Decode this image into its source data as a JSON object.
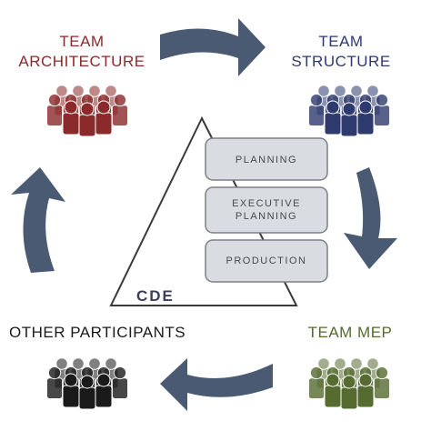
{
  "teams": {
    "architecture": {
      "line1": "TEAM",
      "line2": "ARCHITECTURE",
      "color": "#8b2a2a"
    },
    "structure": {
      "line1": "TEAM",
      "line2": "STRUCTURE",
      "color": "#2e3a6e"
    },
    "other": {
      "label": "OTHER PARTICIPANTS",
      "color": "#1a1a1a"
    },
    "mep": {
      "label": "TEAM MEP",
      "color": "#556b2f"
    }
  },
  "phases": {
    "planning": "PLANNING",
    "executive_line1": "EXECUTIVE",
    "executive_line2": "PLANNING",
    "production": "PRODUCTION"
  },
  "cde": "CDE",
  "colors": {
    "arrow": "#4a5a72",
    "phase_box": "#d9dce0",
    "phase_border": "#7c8089",
    "people_architecture": "#8b2a2a",
    "people_structure": "#2e3a6e",
    "people_mep": "#556b2f",
    "people_other": "#1a1a1a"
  }
}
